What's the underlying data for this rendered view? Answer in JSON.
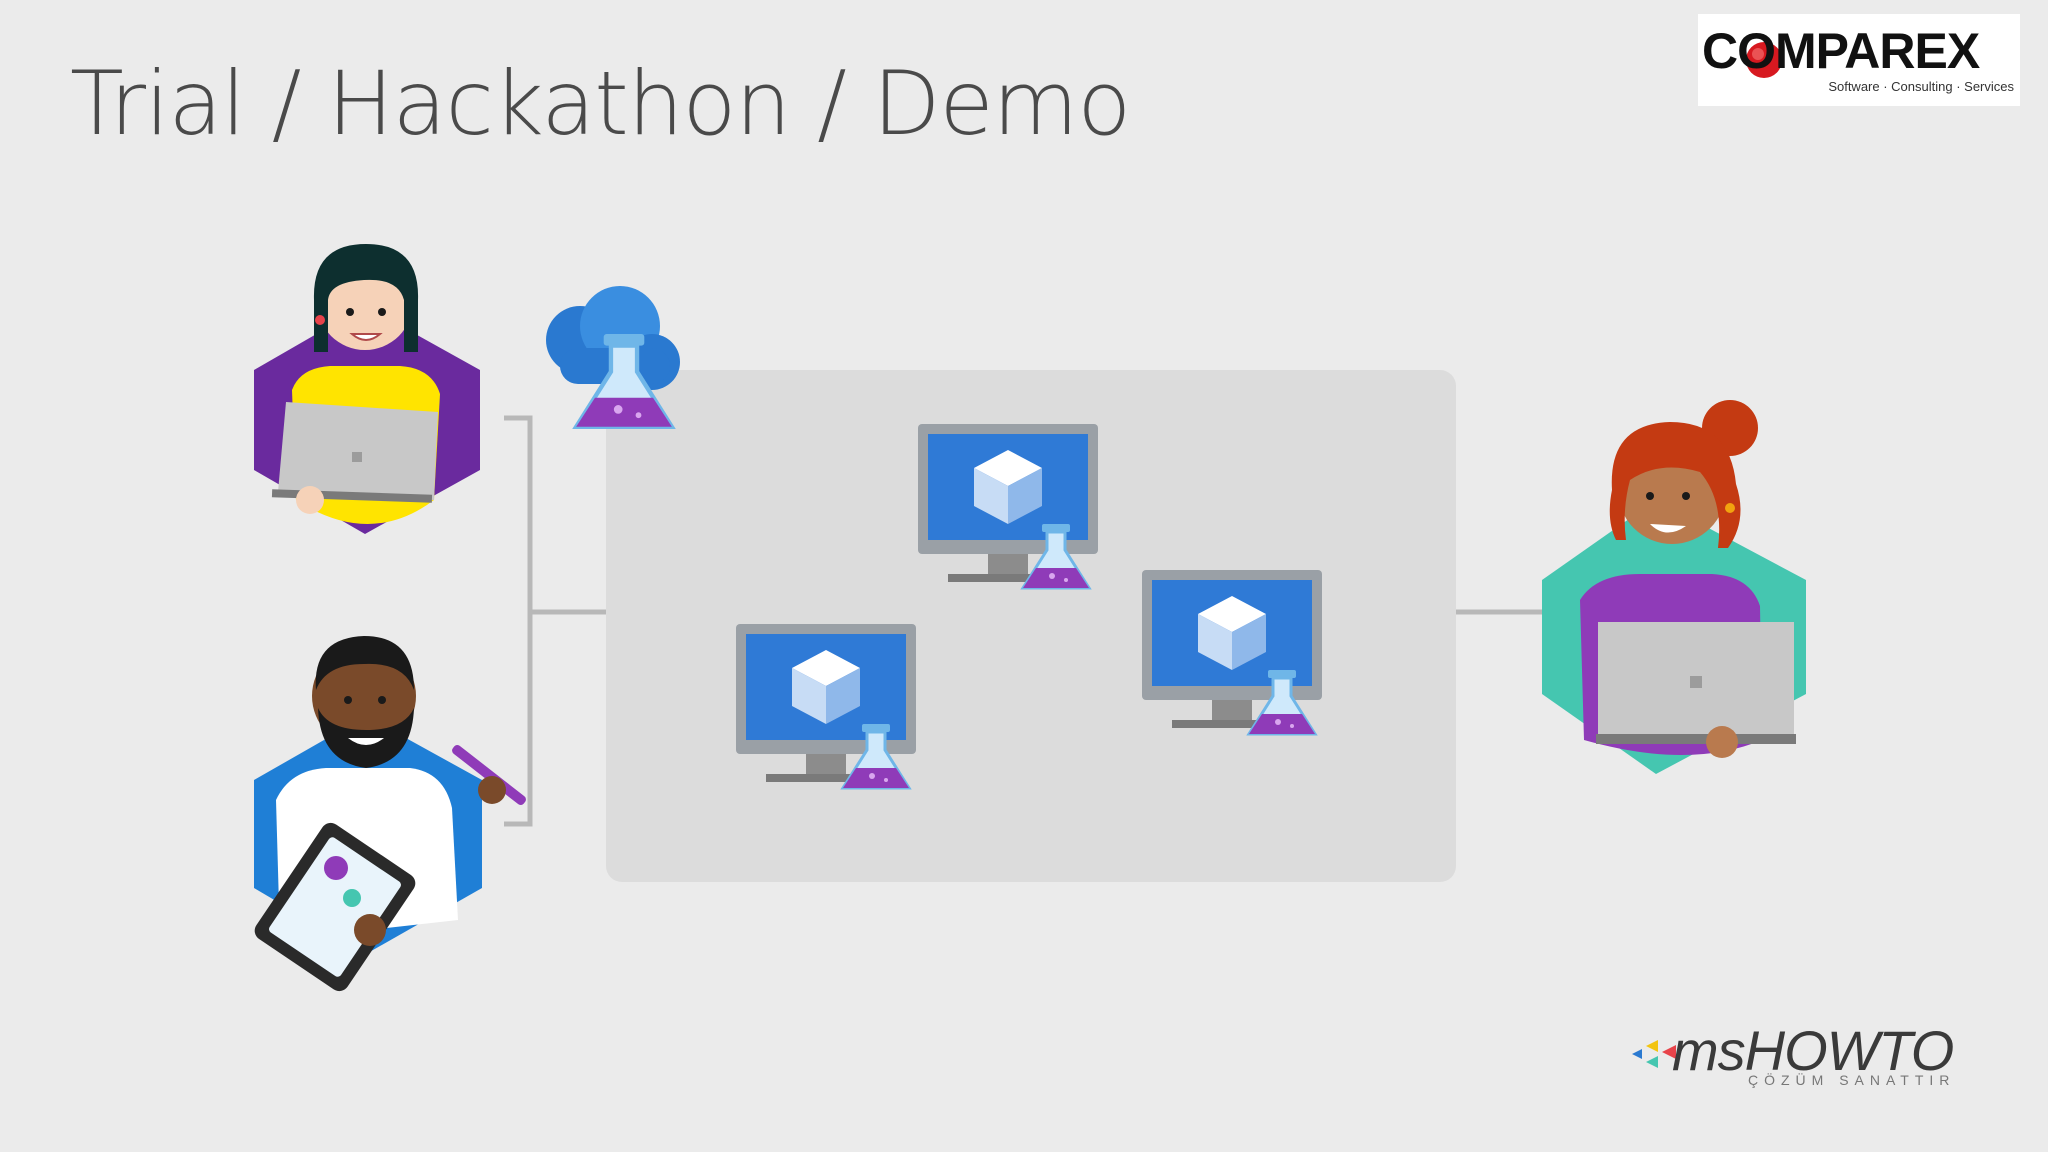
{
  "title": "Trial / Hackathon / Demo",
  "logos": {
    "comparex": {
      "word": "COMPAREX",
      "tagline": "Software · Consulting · Services"
    },
    "mshowto": {
      "word": "msHOWTO",
      "subtitle": "ÇÖZÜM SANATTIR"
    }
  },
  "icons": [
    "user-woman-laptop-icon",
    "user-man-tablet-icon",
    "user-woman-right-laptop-icon",
    "azure-devtest-labs-icon",
    "virtual-machine-icon"
  ],
  "colors": {
    "background": "#ebebeb",
    "lab_panel": "#dcdcdc",
    "connector": "#b8b8b8",
    "monitor_blue": "#2f7ad6",
    "flask_purple": "#8f3bb8",
    "hex_purple": "#6a2a9e",
    "hex_blue": "#1f7fd6",
    "hex_teal": "#45c6b0"
  }
}
